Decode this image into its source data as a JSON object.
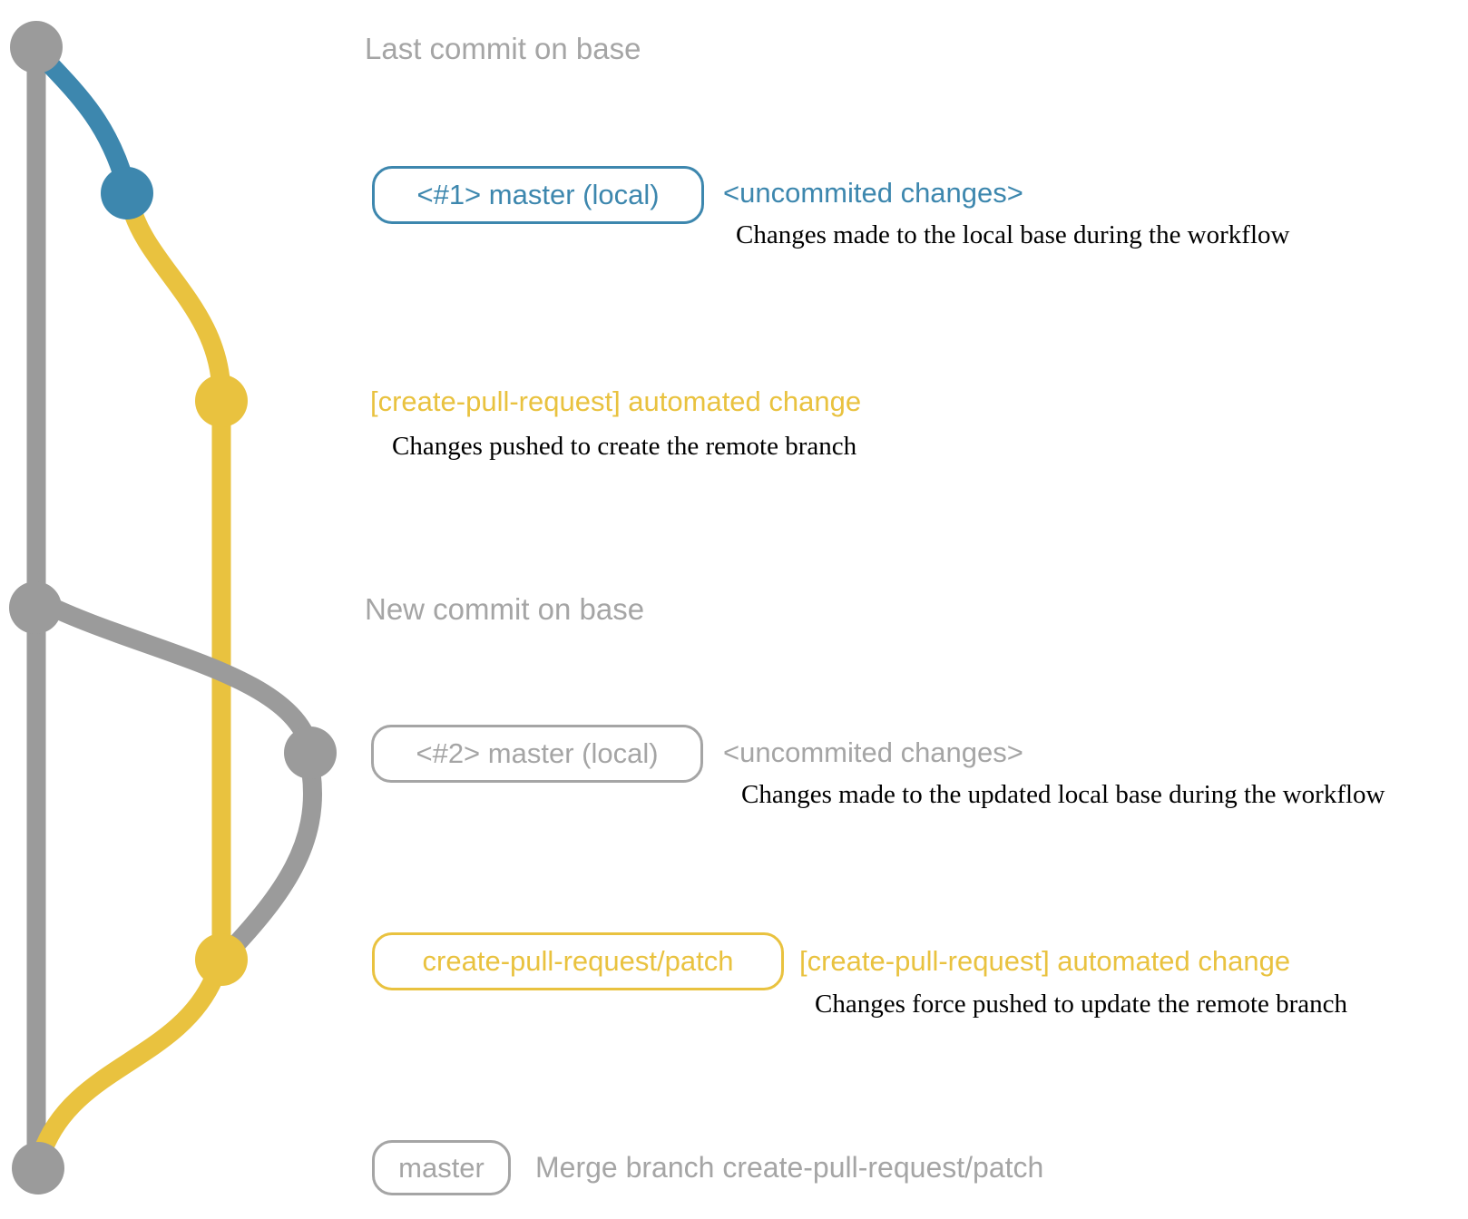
{
  "colors": {
    "gray_graph": "#9b9b9b",
    "gray_text": "#a5a5a5",
    "blue": "#3d87ae",
    "yellow": "#e9c23f",
    "black": "#000000"
  },
  "captions": {
    "last_commit_on_base": "Last commit on base",
    "new_commit_on_base": "New commit on base"
  },
  "rows": {
    "local1": {
      "badge": "<#1> master (local)",
      "label": "<uncommited changes>",
      "desc": "Changes made to the local base during the workflow"
    },
    "remote1": {
      "label": "[create-pull-request] automated change",
      "desc": "Changes pushed to create the remote branch"
    },
    "local2": {
      "badge": "<#2> master (local)",
      "label": "<uncommited changes>",
      "desc": "Changes made to the updated local base during the workflow"
    },
    "remote2": {
      "badge": "create-pull-request/patch",
      "label": "[create-pull-request] automated change",
      "desc": "Changes force pushed to update the remote branch"
    },
    "merge": {
      "badge": "master",
      "desc": "Merge branch create-pull-request/patch"
    }
  }
}
